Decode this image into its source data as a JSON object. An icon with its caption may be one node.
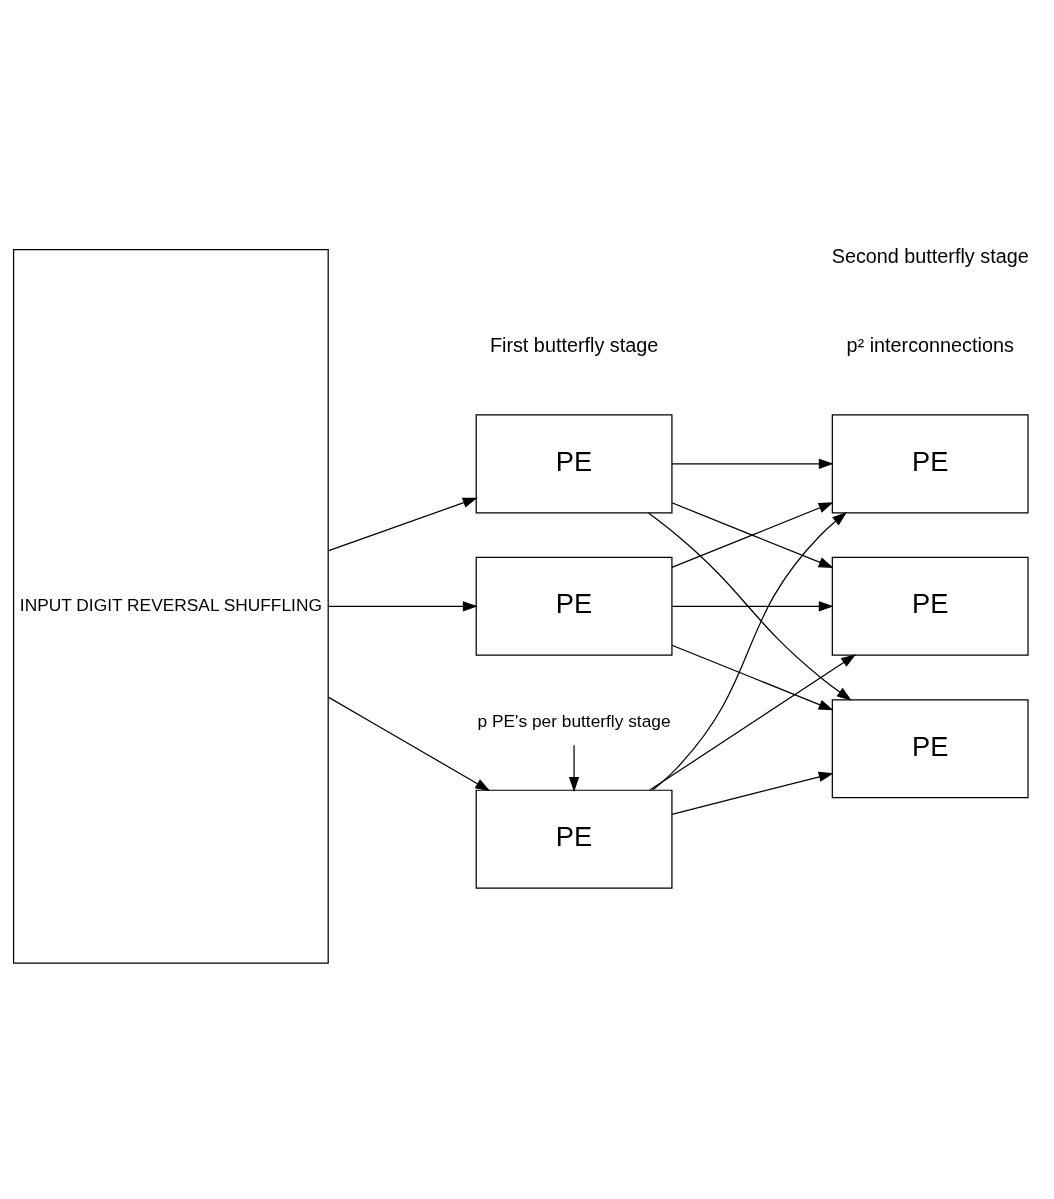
{
  "diagram": {
    "nodes": [
      {
        "text": [
          "INPUT DIGIT REVERSAL SHUFFLING"
        ]
      },
      {
        "text": [
          "PE"
        ]
      },
      {
        "text": [
          "PE"
        ]
      },
      {
        "text": [
          "PE"
        ]
      },
      {
        "text": [
          "PE"
        ]
      },
      {
        "text": [
          "PE"
        ]
      },
      {
        "text": [
          "PE"
        ]
      },
      {
        "text": [
          "p PE's per butterfly stage"
        ]
      }
    ],
    "edges": [
      {
        "from": 0,
        "to": 1,
        "arrow": "to"
      },
      {
        "from": 0,
        "to": 2,
        "arrow": "to"
      },
      {
        "from": 0,
        "to": 3,
        "arrow": "to"
      },
      {
        "from": 7,
        "to": 1,
        "arrow": "to"
      },
      {
        "from": 1,
        "to": 4,
        "arrow": "to"
      },
      {
        "from": 1,
        "to": 5,
        "arrow": "to"
      },
      {
        "from": 1,
        "to": 6,
        "arrow": "to"
      },
      {
        "from": 2,
        "to": 4,
        "arrow": "to"
      },
      {
        "from": 2,
        "to": 5,
        "arrow": "to"
      },
      {
        "from": 2,
        "to": 6,
        "arrow": "to"
      },
      {
        "from": 3,
        "to": 4,
        "arrow": "to"
      },
      {
        "from": 3,
        "to": 5,
        "arrow": "to"
      },
      {
        "from": 3,
        "to": 6,
        "arrow": "to"
      }
    ],
    "labels": [
      "p² interconnections",
      "First butterfly stage",
      "Second butterfly stage"
    ]
  }
}
